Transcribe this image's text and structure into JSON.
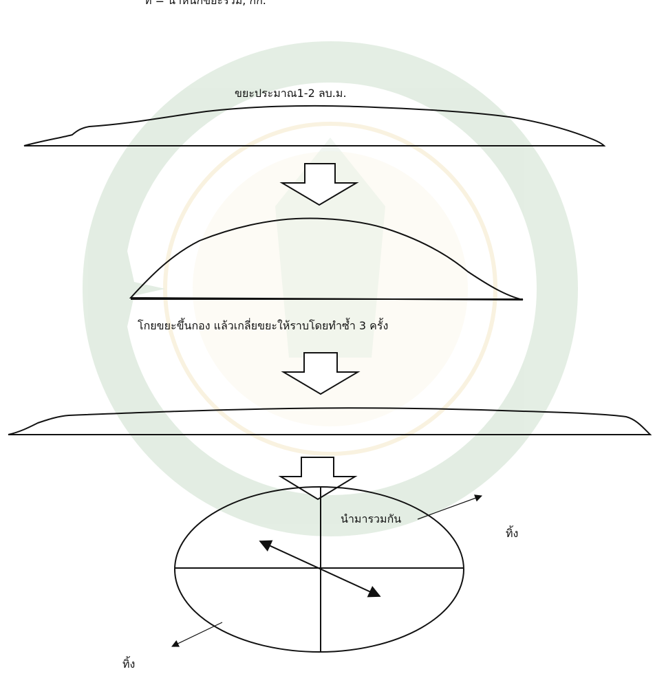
{
  "header_fragment": "ที่ = นำหนักขยะรวม, กก.",
  "steps": {
    "pile_label": "ขยะประมาณ1-2 ลบ.ม.",
    "process_label": "โกยขยะขึ้นกอง แล้วเกลี่ยขยะให้ราบโดยทำซ้ำ 3 ครั้ง",
    "combine_label": "นำมารวมกัน",
    "discard_top_label": "ทิ้ง",
    "discard_bottom_label": "ทิ้ง"
  },
  "colors": {
    "line": "#111111",
    "watermark_green": "#2e7d32",
    "watermark_gold": "#d4a017"
  }
}
